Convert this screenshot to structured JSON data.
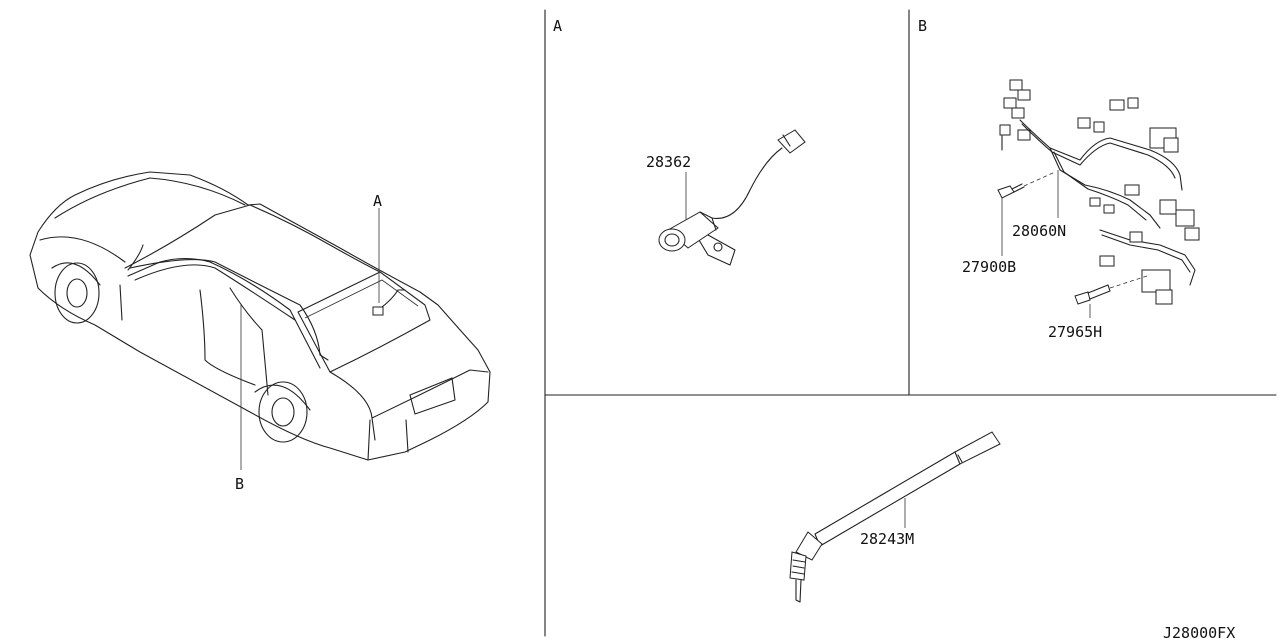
{
  "diagram_code": "J28000FX",
  "section_labels": {
    "a": "A",
    "b": "B"
  },
  "overview_labels": {
    "a": "A",
    "b": "B"
  },
  "parts": {
    "feeder_module": "28362",
    "harness": "28060N",
    "clip": "27900B",
    "bolt": "27965H",
    "cable": "28243M"
  }
}
